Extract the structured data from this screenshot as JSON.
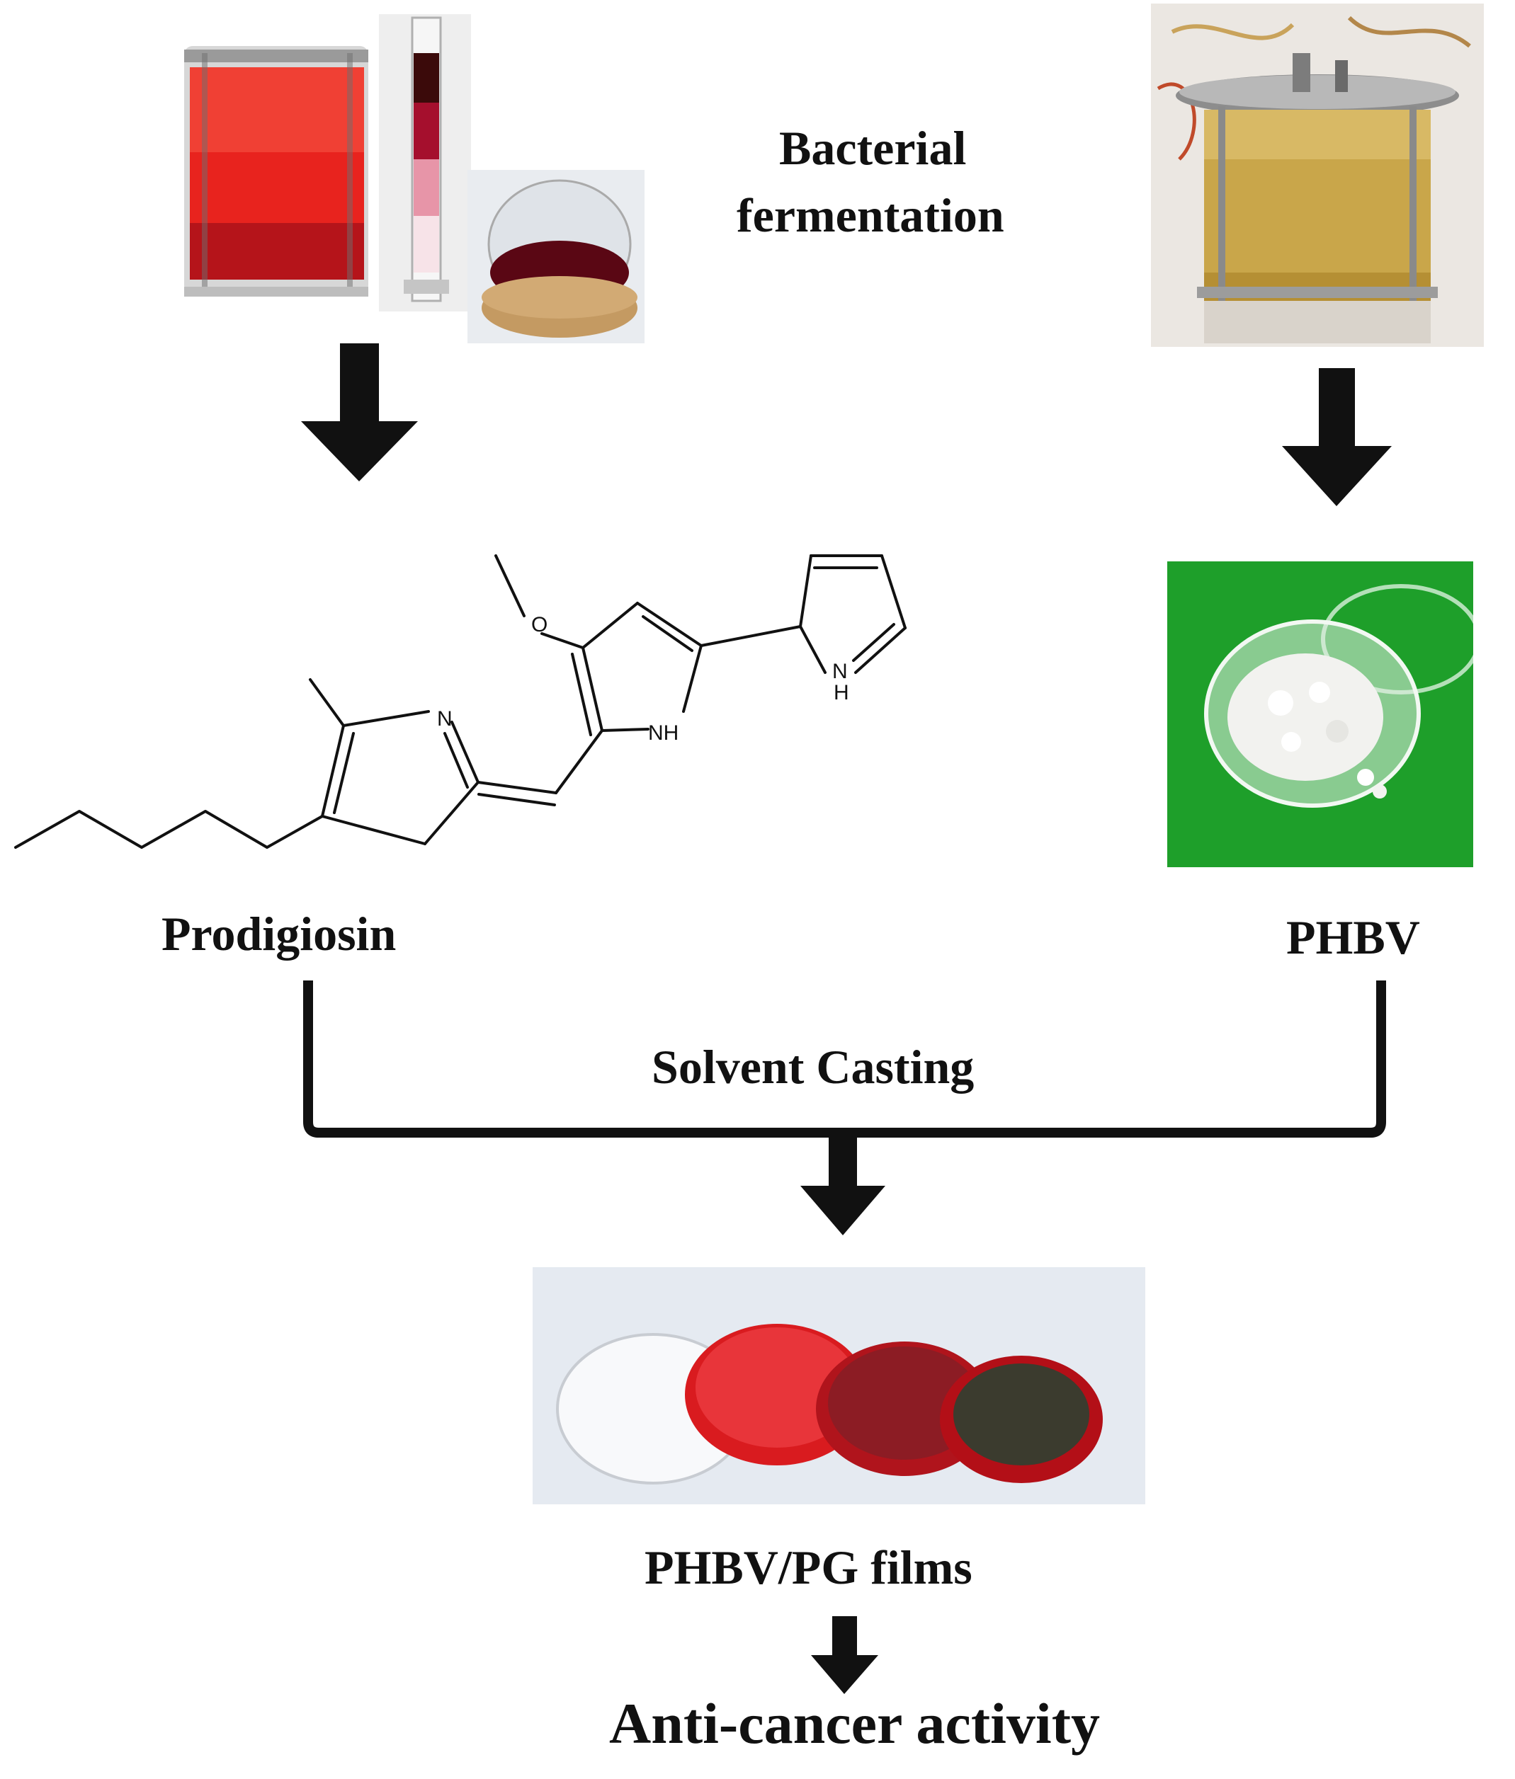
{
  "labels": {
    "fermentation_line1": "Bacterial",
    "fermentation_line2": "fermentation",
    "prodigiosin": "Prodigiosin",
    "phbv": "PHBV",
    "solvent_casting": "Solvent Casting",
    "films": "PHBV/PG films",
    "anticancer": "Anti-cancer activity"
  },
  "structure_atoms": {
    "n_imine": "N",
    "nh_middle": "NH",
    "nh_pyrrole_n": "N",
    "nh_pyrrole_h": "H"
  },
  "colors": {
    "arrow": "#111111",
    "prodigiosin_red": "#c8161d",
    "phbv_broth": "#c9a64a",
    "green_background": "#1f9e2a"
  }
}
